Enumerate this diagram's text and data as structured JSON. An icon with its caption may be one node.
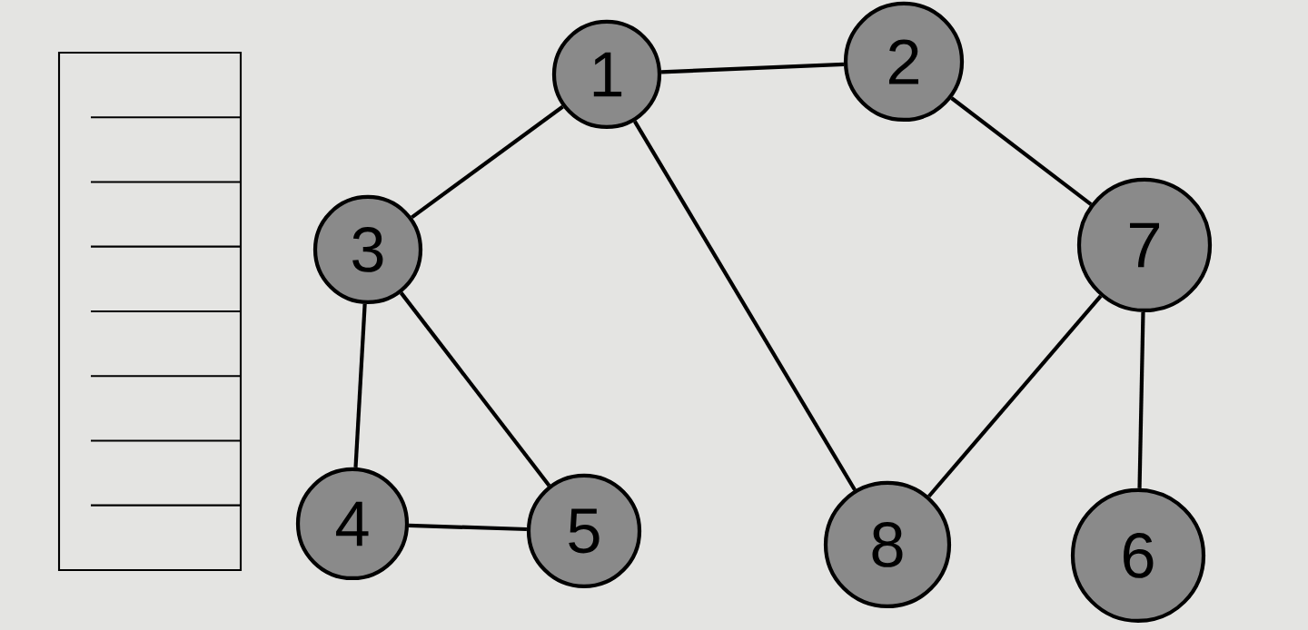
{
  "diagram": {
    "nodes": [
      {
        "text": [
          "1"
        ]
      },
      {
        "text": [
          "2"
        ]
      },
      {
        "text": [
          "3"
        ]
      },
      {
        "text": [
          "4"
        ]
      },
      {
        "text": [
          "5"
        ]
      },
      {
        "text": [
          "6"
        ]
      },
      {
        "text": [
          "7"
        ]
      },
      {
        "text": [
          "8"
        ]
      }
    ],
    "edges": [
      {
        "from": 0,
        "to": 1,
        "arrow": "none"
      },
      {
        "from": 0,
        "to": 2,
        "arrow": "none"
      },
      {
        "from": 0,
        "to": 7,
        "arrow": "none"
      },
      {
        "from": 1,
        "to": 6,
        "arrow": "none"
      },
      {
        "from": 2,
        "to": 3,
        "arrow": "none"
      },
      {
        "from": 2,
        "to": 4,
        "arrow": "none"
      },
      {
        "from": 3,
        "to": 4,
        "arrow": "none"
      },
      {
        "from": 6,
        "to": 7,
        "arrow": "none"
      },
      {
        "from": 6,
        "to": 5,
        "arrow": "none"
      }
    ]
  }
}
